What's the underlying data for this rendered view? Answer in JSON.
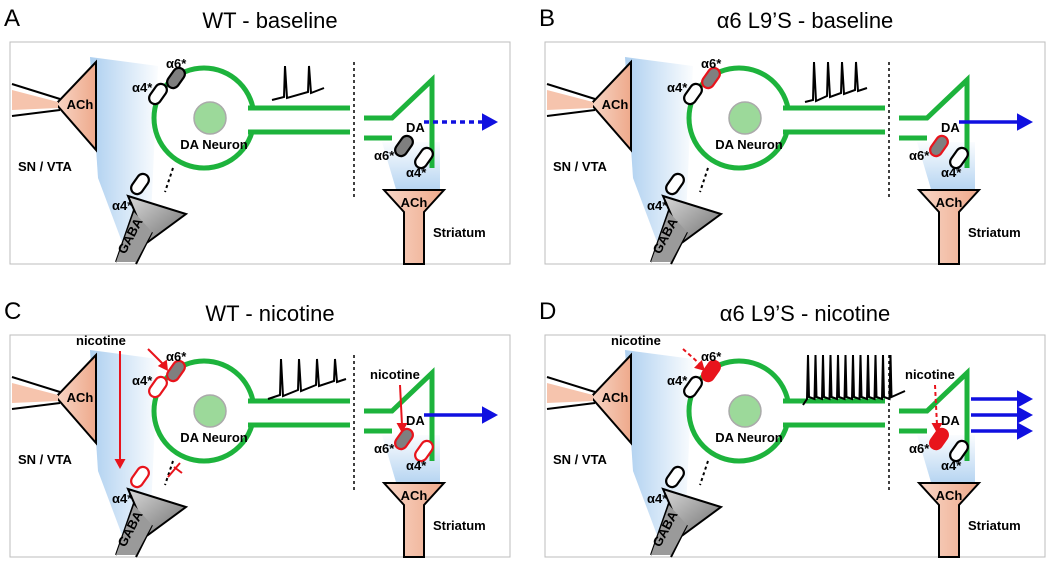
{
  "colors": {
    "neuron_green": "#1db33c",
    "soma_fill": "#9cd99a",
    "ach_fill": "#f6c4ad",
    "gaba_fill": "#8c8c8c",
    "receptor_grey": "#7f7f7f",
    "mutant_red": "#e8141c",
    "release_blue": "#1010e0",
    "arrow_red": "#e8141c",
    "field_blue": "#a9cdef"
  },
  "panels": [
    {
      "letter": "A",
      "title": "WT - baseline",
      "labels": {
        "ach_left": "ACh",
        "region": "SN / VTA",
        "neuron": "DA Neuron",
        "gaba": "GABA",
        "da": "DA",
        "ach_striatum": "ACh",
        "striatum": "Striatum",
        "a4_soma": "α4*",
        "a6_soma": "α6*",
        "a4_gaba": "α4*",
        "a6_term": "α6*",
        "a4_term": "α4*"
      },
      "nicotine_labels": []
    },
    {
      "letter": "B",
      "title": "α6 L9’S - baseline",
      "labels": {
        "ach_left": "ACh",
        "region": "SN / VTA",
        "neuron": "DA Neuron",
        "gaba": "GABA",
        "da": "DA",
        "ach_striatum": "ACh",
        "striatum": "Striatum",
        "a4_soma": "α4*",
        "a6_soma": "α6*",
        "a4_gaba": "α4*",
        "a6_term": "α6*",
        "a4_term": "α4*"
      },
      "nicotine_labels": []
    },
    {
      "letter": "C",
      "title": "WT - nicotine",
      "labels": {
        "ach_left": "ACh",
        "region": "SN / VTA",
        "neuron": "DA Neuron",
        "gaba": "GABA",
        "da": "DA",
        "ach_striatum": "ACh",
        "striatum": "Striatum",
        "a4_soma": "α4*",
        "a6_soma": "α6*",
        "a4_gaba": "α4*",
        "a6_term": "α6*",
        "a4_term": "α4*"
      },
      "nicotine_labels": [
        "nicotine",
        "nicotine"
      ]
    },
    {
      "letter": "D",
      "title": "α6 L9’S - nicotine",
      "labels": {
        "ach_left": "ACh",
        "region": "SN / VTA",
        "neuron": "DA Neuron",
        "gaba": "GABA",
        "da": "DA",
        "ach_striatum": "ACh",
        "striatum": "Striatum",
        "a4_soma": "α4*",
        "a6_soma": "α6*",
        "a4_gaba": "α4*",
        "a6_term": "α6*",
        "a4_term": "α4*"
      },
      "nicotine_labels": [
        "nicotine",
        "nicotine"
      ]
    }
  ]
}
